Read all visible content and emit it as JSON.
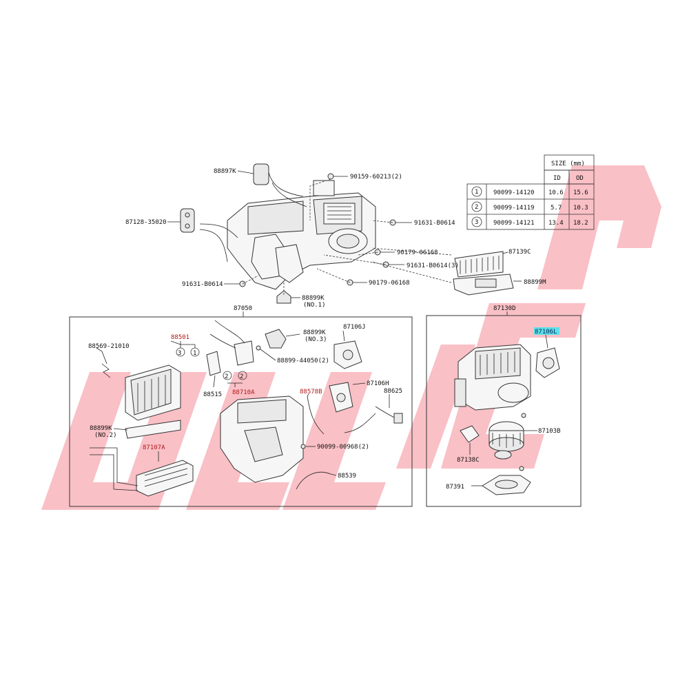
{
  "table": {
    "header_size": "SIZE (mm)",
    "col_id": "ID",
    "col_od": "OD",
    "rows": [
      {
        "num": "1",
        "part": "90099-14120",
        "id": "10.6",
        "od": "15.6"
      },
      {
        "num": "2",
        "part": "90099-14119",
        "id": "5.7",
        "od": "10.3"
      },
      {
        "num": "3",
        "part": "90099-14121",
        "id": "13.4",
        "od": "18.2"
      }
    ]
  },
  "top_labels": {
    "l88897k": "88897K",
    "l90159": "90159-60213(2)",
    "l87128": "87128-35020",
    "l91631a": "91631-B0614",
    "l90179a": "90179-06168",
    "l91631b": "91631-B0614(3)",
    "l87139c": "87139C",
    "l91631c": "91631-B0614",
    "l90179b": "90179-06168",
    "l88899m": "88899M",
    "l88899k1": "88899K",
    "l88899k1_no": "(NO.1)"
  },
  "left_box": {
    "title": "87050",
    "l88569": "88569-21010",
    "l88501": "88501",
    "l88899k3": "88899K",
    "l88899k3_no": "(NO.3)",
    "l87106j": "87106J",
    "l88899_44050": "88899-44050(2)",
    "l88515": "88515",
    "l88710a": "88710A",
    "l87106h": "87106H",
    "l88578b": "88578B",
    "l88625": "88625",
    "l88899k2": "88899K",
    "l88899k2_no": "(NO.2)",
    "l87107a": "87107A",
    "l90099_00968": "90099-00968(2)",
    "l88539": "88539",
    "c3": "3",
    "c1": "1",
    "c2a": "2",
    "c2b": "2"
  },
  "right_box": {
    "title": "87130D",
    "l87106l": "87106L",
    "l87103b": "87103B",
    "l87138c": "87138C",
    "l87391": "87391"
  },
  "colors": {
    "watermark": "#f06a78",
    "highlight": "#5ee0e6",
    "red_label": "#b01818"
  }
}
